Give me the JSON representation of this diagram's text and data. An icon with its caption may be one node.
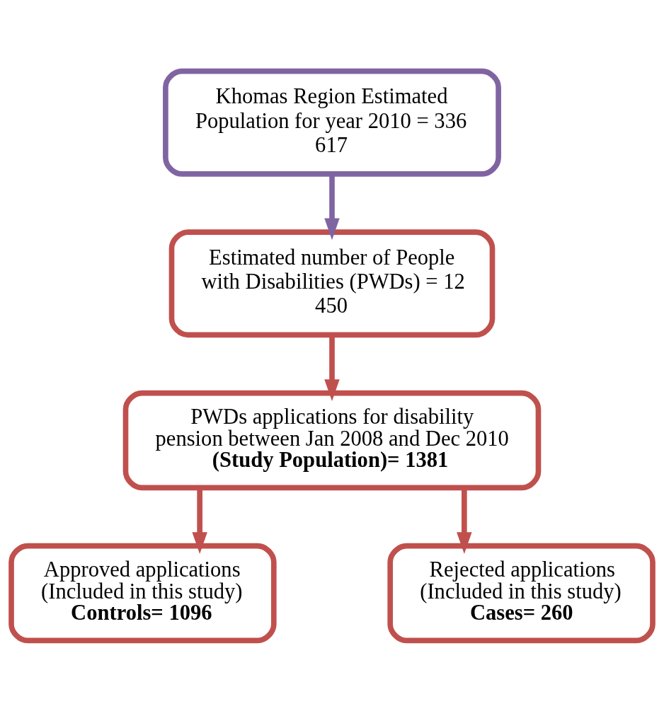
{
  "diagram": {
    "nodes": [
      {
        "text": [
          "Khomas Region Estimated Population for year 2010 = 336 617"
        ]
      },
      {
        "text": [
          "Estimated number of People with Disabilities (PWDs) = 12 450"
        ]
      },
      {
        "text": [
          "PWDs applications for disability pension between Jan 2008 and Dec 2010",
          "(Study Population)= 1381"
        ]
      },
      {
        "text": [
          "Approved applications (Included in this study)",
          "Controls= 1096"
        ]
      },
      {
        "text": [
          "Rejected applications (Included in this study)",
          "Cases= 260"
        ]
      }
    ],
    "edges": [
      {
        "from": 0,
        "to": 1,
        "arrow": "to",
        "color": "#8064a2"
      },
      {
        "from": 1,
        "to": 2,
        "arrow": "to"
      },
      {
        "from": 2,
        "to": 3,
        "arrow": "to"
      },
      {
        "from": 2,
        "to": 4,
        "arrow": "to"
      }
    ]
  }
}
